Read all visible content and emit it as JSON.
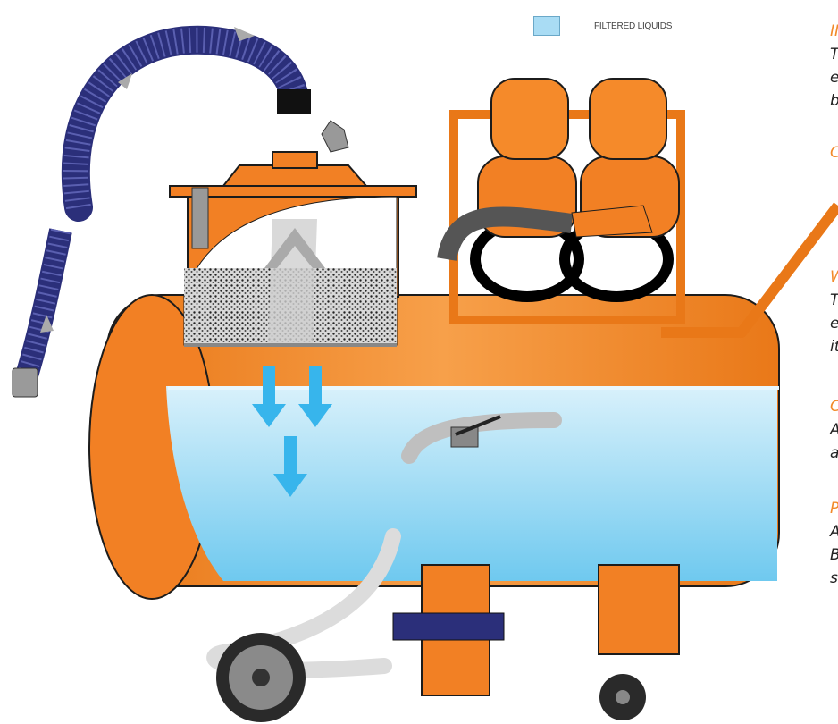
{
  "legend": {
    "label": "FILTERED LIQUIDS",
    "color": "#a9dcf4"
  },
  "right_text": [
    {
      "heading": "II",
      "body": [
        "T",
        "e",
        "b"
      ]
    },
    {
      "heading": "C",
      "body": []
    },
    {
      "heading": "W",
      "body": [
        "T",
        "e",
        "it"
      ]
    },
    {
      "heading": "C",
      "body": [
        "A",
        "a"
      ]
    },
    {
      "heading": "P",
      "body": [
        "A",
        "B",
        "s"
      ]
    }
  ],
  "colors": {
    "tank_orange": "#f58a2a",
    "tank_dark": "#d8701a",
    "liquid": "#a9dcf4",
    "liquid_dark": "#5ec3ee",
    "hose_blue": "#2b2f7a",
    "arrow_blue": "#37b5ec",
    "outline": "#1c1c1c"
  }
}
